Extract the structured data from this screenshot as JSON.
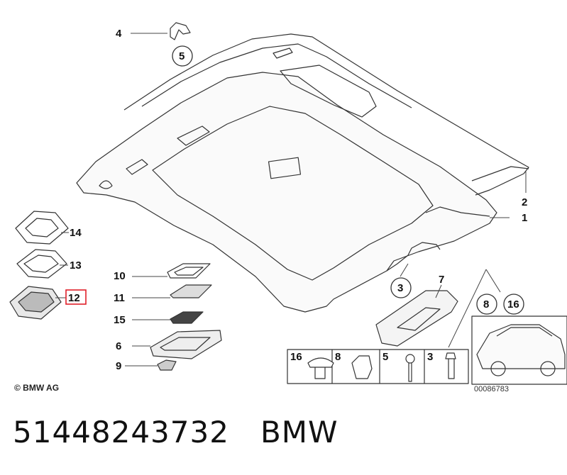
{
  "diagram": {
    "callouts": [
      {
        "id": "c1",
        "text": "1"
      },
      {
        "id": "c2",
        "text": "2"
      },
      {
        "id": "c3",
        "text": "3"
      },
      {
        "id": "c4",
        "text": "4"
      },
      {
        "id": "c5",
        "text": "5"
      },
      {
        "id": "c6",
        "text": "6"
      },
      {
        "id": "c7",
        "text": "7"
      },
      {
        "id": "c8",
        "text": "8"
      },
      {
        "id": "c9",
        "text": "9"
      },
      {
        "id": "c10",
        "text": "10"
      },
      {
        "id": "c11",
        "text": "11"
      },
      {
        "id": "c12",
        "text": "12"
      },
      {
        "id": "c13",
        "text": "13"
      },
      {
        "id": "c14",
        "text": "14"
      },
      {
        "id": "c15",
        "text": "15"
      },
      {
        "id": "c16",
        "text": "16"
      }
    ],
    "parts_table": [
      "16",
      "8",
      "5",
      "3"
    ],
    "circled": [
      "5",
      "3",
      "8",
      "16"
    ],
    "highlighted_label": "12",
    "highlight_color": "#e0202a",
    "image_number": "00086783",
    "copyright": "© BMW AG"
  },
  "footer": {
    "part_number": "51448243732",
    "brand": "BMW"
  }
}
